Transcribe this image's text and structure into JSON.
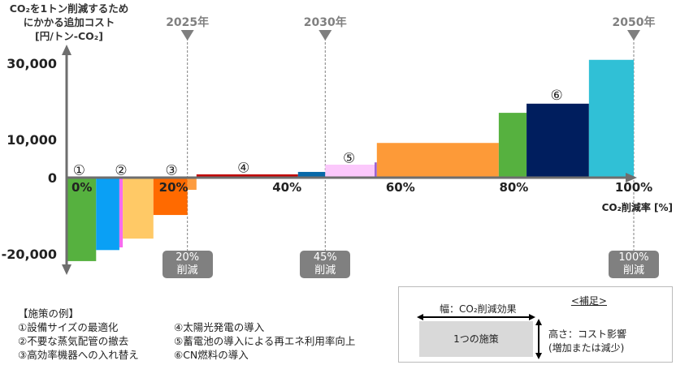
{
  "chart_data": {
    "type": "bar",
    "subtype": "marginal-abatement-cost-curve",
    "ylabel_lines": [
      "CO₂を1トン削減するため",
      "にかかる追加コスト",
      "[円/トン-CO₂]"
    ],
    "xlabel": "CO₂削減率 [%]",
    "ylim": [
      -25000,
      33000
    ],
    "xlim": [
      0,
      100
    ],
    "y_ticks": [
      {
        "value": 30000,
        "label": "30,000"
      },
      {
        "value": 10000,
        "label": "10,000"
      },
      {
        "value": 0,
        "label": "0"
      },
      {
        "value": -20000,
        "label": "-20,000"
      }
    ],
    "x_ticks": [
      {
        "value": 0,
        "label": "0%"
      },
      {
        "value": 20,
        "label": "20%"
      },
      {
        "value": 40,
        "label": "40%"
      },
      {
        "value": 60,
        "label": "60%"
      },
      {
        "value": 80,
        "label": "80%"
      },
      {
        "value": 100,
        "label": "100%"
      }
    ],
    "bars": [
      {
        "x0": 0,
        "x1": 5.2,
        "value": -21900,
        "color": "#56b13f"
      },
      {
        "x0": 5.2,
        "x1": 9.3,
        "value": -19000,
        "color": "#0aa0f5"
      },
      {
        "x0": 9.3,
        "x1": 9.9,
        "value": -18300,
        "color": "#f76cf0"
      },
      {
        "x0": 9.9,
        "x1": 15.3,
        "value": -16000,
        "color": "#ffc966"
      },
      {
        "x0": 15.3,
        "x1": 21.3,
        "value": -9800,
        "color": "#ff6a00"
      },
      {
        "x0": 21.3,
        "x1": 22.9,
        "value": -3200,
        "color": "#fd9c40"
      },
      {
        "x0": 22.9,
        "x1": 40.8,
        "value": 850,
        "color": "#c00000"
      },
      {
        "x0": 40.8,
        "x1": 45.6,
        "value": 1500,
        "color": "#0868a8"
      },
      {
        "x0": 45.6,
        "x1": 54.3,
        "value": 3400,
        "color": "#fbc8fb"
      },
      {
        "x0": 54.3,
        "x1": 54.7,
        "value": 4000,
        "color": "#9b63d3"
      },
      {
        "x0": 54.7,
        "x1": 76.2,
        "value": 9100,
        "color": "#fd9a38"
      },
      {
        "x0": 76.2,
        "x1": 81.1,
        "value": 17000,
        "color": "#56b13f"
      },
      {
        "x0": 81.1,
        "x1": 92.1,
        "value": 19400,
        "color": "#001e5e"
      },
      {
        "x0": 92.1,
        "x1": 100,
        "value": 30900,
        "color": "#30c0d6"
      }
    ],
    "annotations": [
      {
        "label": "①",
        "x": 2.2,
        "y": 1800
      },
      {
        "label": "②",
        "x": 9.6,
        "y": 1800
      },
      {
        "label": "③",
        "x": 18.5,
        "y": 1800
      },
      {
        "label": "④",
        "x": 31.2,
        "y": 2500
      },
      {
        "label": "⑤",
        "x": 49.8,
        "y": 5000
      },
      {
        "label": "⑥",
        "x": 86.4,
        "y": 21500
      }
    ],
    "milestones": [
      {
        "x": 21.3,
        "year": "2025年",
        "tag_line1": "20%",
        "tag_line2": "削減"
      },
      {
        "x": 45.6,
        "year": "2030年",
        "tag_line1": "45%",
        "tag_line2": "削減"
      },
      {
        "x": 100,
        "year": "2050年",
        "tag_line1": "100%",
        "tag_line2": "削減"
      }
    ]
  },
  "legend": {
    "title": "【施策の例】",
    "items": [
      "①設備サイズの最適化",
      "②不要な蒸気配管の撤去",
      "③高効率機器への入れ替え",
      "④太陽光発電の導入",
      "⑤蓄電池の導入による再エネ利用率向上",
      "⑥CN燃料の導入"
    ]
  },
  "note": {
    "header": "<補足>",
    "width_label": "幅：CO₂削減効果",
    "block_label": "1つの施策",
    "height_label_1": "高さ：コスト影響",
    "height_label_2": "(増加または減少)"
  }
}
